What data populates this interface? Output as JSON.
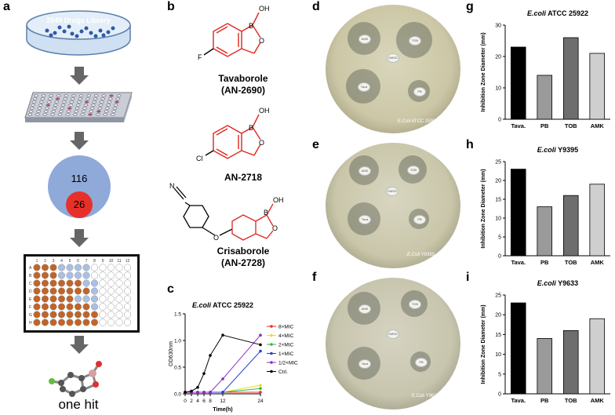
{
  "panels": {
    "a": "a",
    "b": "b",
    "c": "c",
    "d": "d",
    "e": "e",
    "f": "f",
    "g": "g",
    "h": "h",
    "i": "i"
  },
  "panel_a": {
    "library_label": "2049 Drugs Library",
    "venn_outer": "116",
    "venn_inner": "26",
    "plate_rows": [
      "A",
      "B",
      "C",
      "D",
      "E",
      "F",
      "G",
      "H"
    ],
    "plate_cols": [
      "1",
      "2",
      "3",
      "4",
      "5",
      "6",
      "7",
      "8",
      "9",
      "10",
      "11",
      "12"
    ],
    "result": "one hit"
  },
  "panel_b": {
    "mol1_name": "Tavaborole",
    "mol1_code": "(AN-2690)",
    "mol2_name": "AN-2718",
    "mol3_name": "Crisaborole",
    "mol3_code": "(AN-2728)",
    "atoms": {
      "oh": "OH",
      "b": "B",
      "o": "O",
      "f": "F",
      "cl": "Cl",
      "n": "N"
    }
  },
  "plates": {
    "d_caption": "E.Coli ATCC 25922",
    "e_caption": "E.Coli Y9395",
    "f_caption": "E.Coli Y9633",
    "discs": {
      "amk": "AMK",
      "tob": "TOB",
      "dmso": "DMSO",
      "tava": "Tava",
      "pb": "PB"
    }
  },
  "colors": {
    "red_structure": "#e0231f",
    "venn_outer": "#8fa9d9",
    "venn_inner": "#e8302a",
    "well_orange": "#c0642a",
    "well_blue": "#a9bfe3"
  },
  "chart_data": [
    {
      "type": "line",
      "title_italic": "E.coli",
      "title_rest": " ATCC 25922",
      "xlabel": "Time(h)",
      "ylabel": "OD630nm",
      "xlim": [
        0,
        24
      ],
      "ylim": [
        0,
        1.5
      ],
      "x_ticks": [
        "0",
        "2",
        "4",
        "6",
        "8",
        "12",
        "24"
      ],
      "y_ticks": [
        "0.0",
        "0.5",
        "1.0",
        "1.5"
      ],
      "x": [
        0,
        2,
        4,
        6,
        8,
        12,
        24
      ],
      "legend": "right",
      "series": [
        {
          "name": "8×MIC",
          "color": "#e8302a",
          "values": [
            0.03,
            0.03,
            0.03,
            0.03,
            0.03,
            0.03,
            0.03
          ]
        },
        {
          "name": "4×MIC",
          "color": "#e6e01a",
          "values": [
            0.03,
            0.03,
            0.03,
            0.03,
            0.03,
            0.03,
            0.16
          ]
        },
        {
          "name": "2×MIC",
          "color": "#37b34a",
          "values": [
            0.03,
            0.03,
            0.03,
            0.03,
            0.03,
            0.03,
            0.1
          ]
        },
        {
          "name": "1×MIC",
          "color": "#2c3fd6",
          "values": [
            0.03,
            0.03,
            0.03,
            0.03,
            0.03,
            0.03,
            0.8
          ]
        },
        {
          "name": "1/2×MIC",
          "color": "#8a2ec2",
          "values": [
            0.03,
            0.03,
            0.03,
            0.03,
            0.03,
            0.28,
            1.1
          ]
        },
        {
          "name": "Ctrl.",
          "color": "#000000",
          "values": [
            0.03,
            0.05,
            0.12,
            0.38,
            0.72,
            1.1,
            0.92
          ]
        }
      ]
    },
    {
      "type": "bar",
      "title_italic": "E.coli",
      "title_rest": " ATCC 25922",
      "ylabel": "Inhibition Zone Diameter (mm)",
      "categories": [
        "Tava.",
        "PB",
        "TOB",
        "AMK"
      ],
      "values": [
        23,
        14,
        26,
        21
      ],
      "ylim": [
        0,
        30
      ],
      "y_ticks": [
        "0",
        "10",
        "20",
        "30"
      ],
      "bar_colors": [
        "#000000",
        "#9a9a9a",
        "#6e6e6e",
        "#cfcfcf"
      ]
    },
    {
      "type": "bar",
      "title_italic": "E.coli",
      "title_rest": " Y9395",
      "ylabel": "Inhibition Zone Diameter (mm)",
      "categories": [
        "Tava.",
        "PB",
        "TOB",
        "AMK"
      ],
      "values": [
        23,
        13,
        16,
        19
      ],
      "ylim": [
        0,
        25
      ],
      "y_ticks": [
        "0",
        "5",
        "10",
        "15",
        "20",
        "25"
      ],
      "bar_colors": [
        "#000000",
        "#9a9a9a",
        "#6e6e6e",
        "#cfcfcf"
      ]
    },
    {
      "type": "bar",
      "title_italic": "E.coli",
      "title_rest": " Y9633",
      "ylabel": "Inhibition Zone Diameter (mm)",
      "categories": [
        "Tava.",
        "PB",
        "TOB",
        "AMK"
      ],
      "values": [
        23,
        14,
        16,
        19
      ],
      "ylim": [
        0,
        25
      ],
      "y_ticks": [
        "0",
        "5",
        "10",
        "15",
        "20",
        "25"
      ],
      "bar_colors": [
        "#000000",
        "#9a9a9a",
        "#6e6e6e",
        "#cfcfcf"
      ]
    }
  ]
}
